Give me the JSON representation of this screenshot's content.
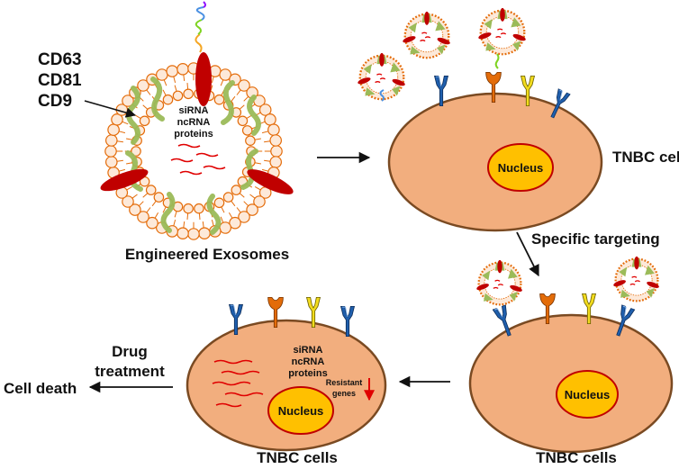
{
  "colors": {
    "cell_fill": "#F2AE7E",
    "cell_stroke": "#7A4A22",
    "nucleus_fill": "#FFC000",
    "nucleus_stroke": "#C00000",
    "lipid_head": "#FDE9D9",
    "lipid_stroke": "#E46C0A",
    "protein_red": "#C00000",
    "helix_green": "#9BBB59",
    "rna_red": "#E00000",
    "receptor_blue": "#1F5FAD",
    "receptor_orange": "#E36C09",
    "receptor_yellow": "#F2DC1E",
    "arrow": "#111111"
  },
  "icons": {
    "exosome": "exosome-icon",
    "receptor": "receptor-icon",
    "nucleus": "nucleus-icon",
    "down_arrow": "down-arrow-icon"
  },
  "markers": {
    "line1": "CD63",
    "line2": "CD81",
    "line3": "CD9"
  },
  "exosome_cargo": {
    "line1": "siRNA",
    "line2": "ncRNA",
    "line3": "proteins"
  },
  "cell_cargo": {
    "line1": "siRNA",
    "line2": "ncRNA",
    "line3": "proteins"
  },
  "resistant": {
    "line1": "Resistant",
    "line2": "genes"
  },
  "labels": {
    "engineered_exosomes": "Engineered Exosomes",
    "tnbc_top": "TNBC cells",
    "specific_targeting": "Specific targeting",
    "tnbc_bottom_right": "TNBC cells",
    "tnbc_bottom_left": "TNBC cells",
    "drug_line1": "Drug",
    "drug_line2": "treatment",
    "cell_death": "Cell death",
    "nucleus_top": "Nucleus",
    "nucleus_right": "Nucleus",
    "nucleus_left": "Nucleus"
  }
}
